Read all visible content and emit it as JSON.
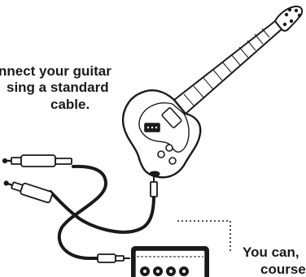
{
  "instruction": {
    "lines": [
      "nnect your guitar",
      "sing a standard",
      "cable."
    ]
  },
  "side_note": {
    "lines": [
      "You can,",
      "course"
    ]
  },
  "colors": {
    "ink": "#1a1a1a",
    "paper": "#ffffff"
  },
  "icons": {
    "guitar": "electric-guitar-icon",
    "plug_top": "instrument-cable-plug-icon",
    "plug_bottom": "instrument-cable-plug-icon",
    "pedal": "effects-pedal-icon"
  }
}
